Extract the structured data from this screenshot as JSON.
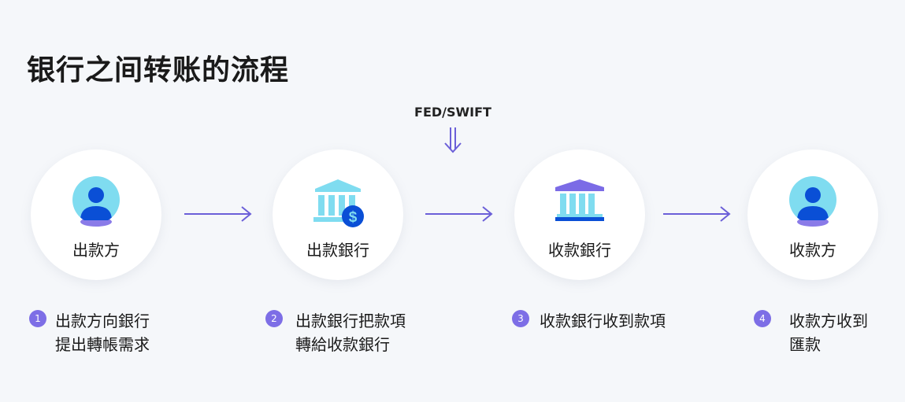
{
  "title": "银行之间转账的流程",
  "gateway": {
    "label": "FED/SWIFT",
    "icon": "double-down-arrow-icon"
  },
  "nodes": [
    {
      "label": "出款方",
      "icon": "person-icon"
    },
    {
      "label": "出款銀行",
      "icon": "bank-dollar-icon"
    },
    {
      "label": "收款銀行",
      "icon": "bank-icon"
    },
    {
      "label": "收款方",
      "icon": "person-icon"
    }
  ],
  "steps": [
    {
      "num": "1",
      "line1": "出款方向銀行",
      "line2": "提出轉帳需求"
    },
    {
      "num": "2",
      "line1": "出款銀行把款項",
      "line2": "轉給收款銀行"
    },
    {
      "num": "3",
      "line1": "收款銀行收到款項",
      "line2": ""
    },
    {
      "num": "4",
      "line1": "收款方收到",
      "line2": "匯款"
    }
  ],
  "colors": {
    "accent": "#7d6ee6",
    "icon_light": "#7fdcf0",
    "icon_dark": "#0a4fd6"
  }
}
